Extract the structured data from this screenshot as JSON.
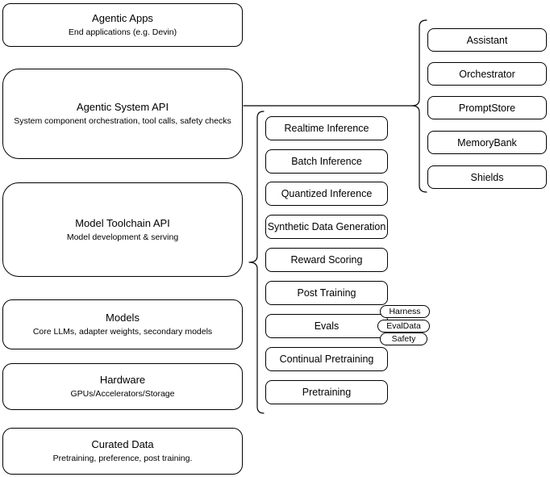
{
  "colors": {
    "stroke": "#000000",
    "background": "#ffffff",
    "text": "#000000"
  },
  "left_column": [
    {
      "title": "Agentic Apps",
      "subtitle": "End applications (e.g. Devin)"
    },
    {
      "title": "Agentic System API",
      "subtitle": "System component orchestration, tool calls, safety checks"
    },
    {
      "title": "Model Toolchain API",
      "subtitle": "Model development & serving"
    },
    {
      "title": "Models",
      "subtitle": "Core LLMs, adapter weights, secondary models"
    },
    {
      "title": "Hardware",
      "subtitle": "GPUs/Accelerators/Storage"
    },
    {
      "title": "Curated Data",
      "subtitle": "Pretraining, preference, post training."
    }
  ],
  "toolchain_services": [
    "Realtime Inference",
    "Batch Inference",
    "Quantized Inference",
    "Synthetic Data Generation",
    "Reward Scoring",
    "Post Training",
    "Evals",
    "Continual Pretraining",
    "Pretraining"
  ],
  "evals_tags": [
    "Harness",
    "EvalData",
    "Safety"
  ],
  "agentic_components": [
    "Assistant",
    "Orchestrator",
    "PromptStore",
    "MemoryBank",
    "Shields"
  ]
}
